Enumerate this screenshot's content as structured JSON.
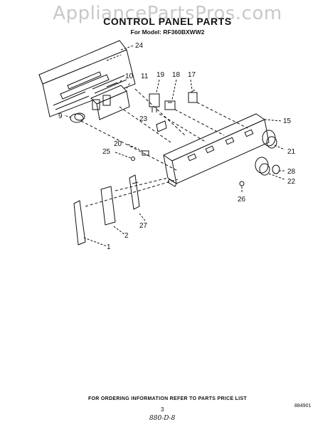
{
  "watermark": "AppliancePartsPros.com",
  "title": "CONTROL PANEL PARTS",
  "model_line": "For Model: RF360BXWW2",
  "callouts": {
    "c1": "1",
    "c2": "2",
    "c9": "9",
    "c10": "10",
    "c11": "11",
    "c15": "15",
    "c17": "17",
    "c18": "18",
    "c19": "19",
    "c20": "20",
    "c21": "21",
    "c22": "22",
    "c23": "23",
    "c24": "24",
    "c25": "25",
    "c26": "26",
    "c27": "27",
    "c28": "28"
  },
  "footer": {
    "ordering_note": "FOR ORDERING INFORMATION REFER TO PARTS PRICE LIST",
    "page_number": "3",
    "doc_code": "884901",
    "handwritten_mark": "880-D-8"
  }
}
